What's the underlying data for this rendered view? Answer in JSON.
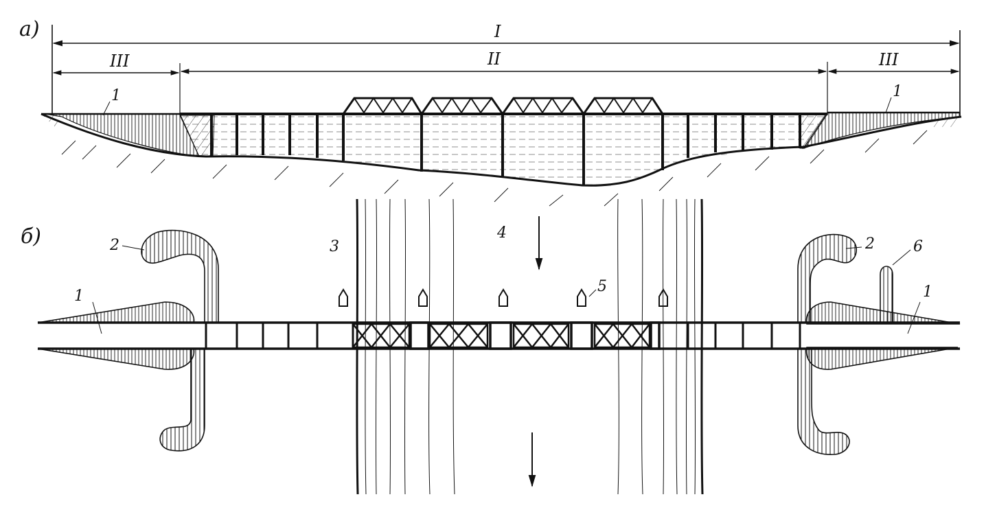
{
  "panel_a": {
    "label": "а)",
    "dim_top": "I",
    "dim_left": "III",
    "dim_mid": "II",
    "dim_right": "III",
    "callout_left": "1",
    "callout_right": "1",
    "truss_spans": 4
  },
  "panel_b": {
    "label": "б)",
    "callouts": {
      "embankment_left": "1",
      "embankment_right": "1",
      "dam_left": "2",
      "dam_right": "2",
      "riverbank": "3",
      "river": "4",
      "icebreaker": "5",
      "spur": "6"
    }
  },
  "colors": {
    "ink": "#111111",
    "paper": "#ffffff"
  }
}
